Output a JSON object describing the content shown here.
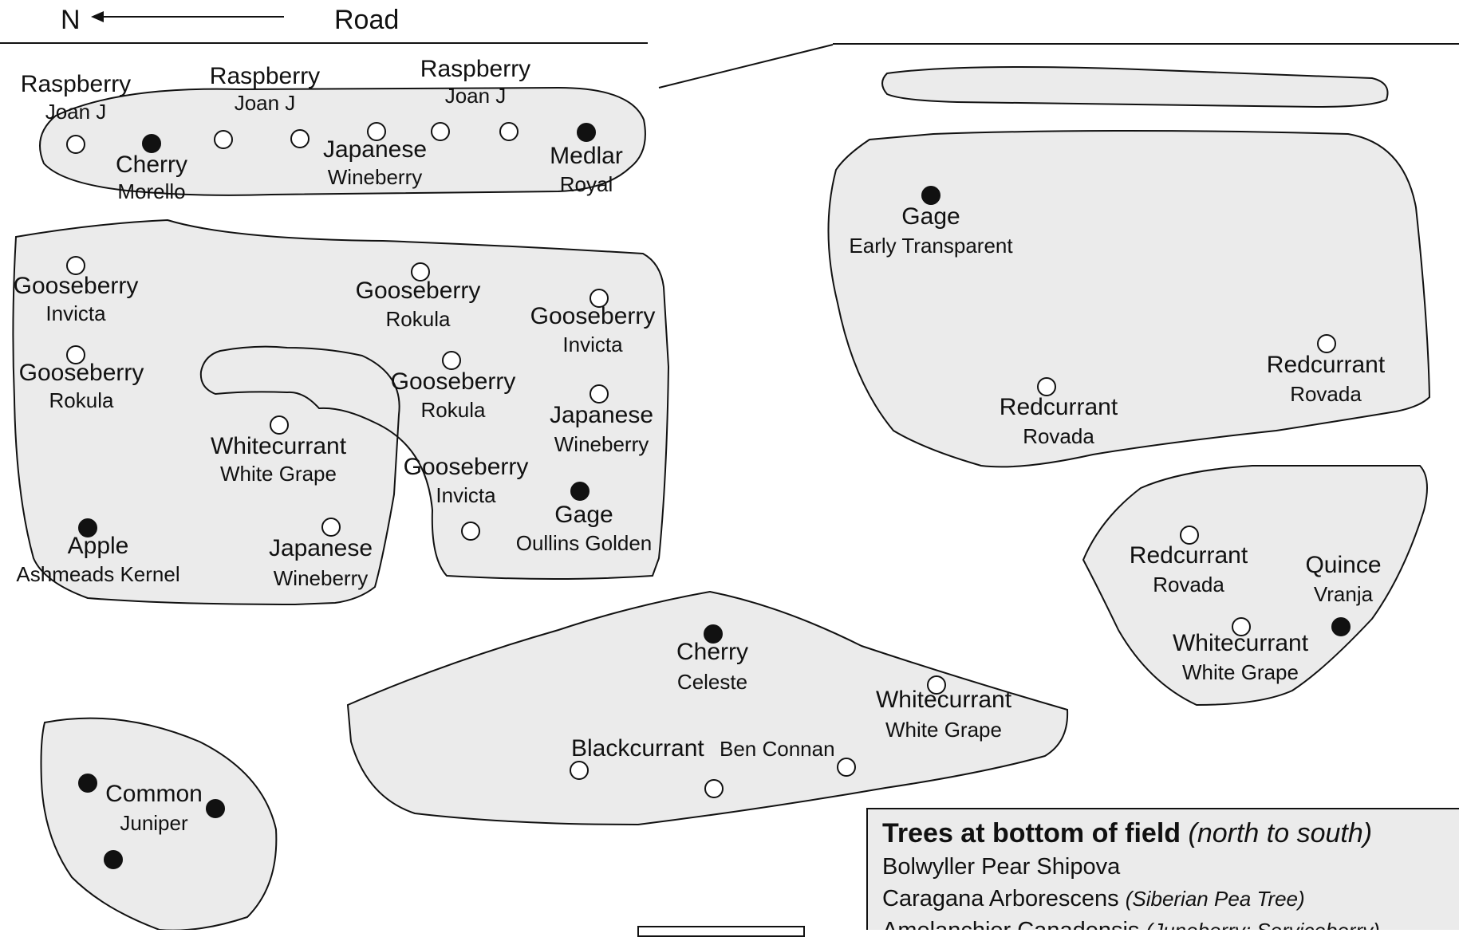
{
  "header": {
    "north_label": "N",
    "road_label": "Road"
  },
  "plants": [
    {
      "name": "Raspberry",
      "variety": "Joan J",
      "marker": "open"
    },
    {
      "name": "Cherry",
      "variety": "Morello",
      "marker": "filled"
    },
    {
      "name": "Raspberry",
      "variety": "Joan J",
      "marker": "open"
    },
    {
      "name": "Japanese",
      "variety": "Wineberry",
      "marker": "open"
    },
    {
      "name": "Raspberry",
      "variety": "Joan J",
      "marker": "open"
    },
    {
      "name": "Medlar",
      "variety": "Royal",
      "marker": "filled"
    },
    {
      "name": "Gooseberry",
      "variety": "Invicta",
      "marker": "open"
    },
    {
      "name": "Gooseberry",
      "variety": "Rokula",
      "marker": "open"
    },
    {
      "name": "Apple",
      "variety": "Ashmeads Kernel",
      "marker": "filled"
    },
    {
      "name": "Whitecurrant",
      "variety": "White Grape",
      "marker": "open"
    },
    {
      "name": "Japanese",
      "variety": "Wineberry",
      "marker": "open"
    },
    {
      "name": "Gooseberry",
      "variety": "Rokula",
      "marker": "open"
    },
    {
      "name": "Gooseberry",
      "variety": "Rokula",
      "marker": "open"
    },
    {
      "name": "Gooseberry",
      "variety": "Invicta",
      "marker": "open"
    },
    {
      "name": "Gooseberry",
      "variety": "Invicta",
      "marker": "open"
    },
    {
      "name": "Japanese",
      "variety": "Wineberry",
      "marker": "open"
    },
    {
      "name": "Gage",
      "variety": "Oullins Golden",
      "marker": "filled"
    },
    {
      "name": "Gage",
      "variety": "Early Transparent",
      "marker": "filled"
    },
    {
      "name": "Redcurrant",
      "variety": "Rovada",
      "marker": "open"
    },
    {
      "name": "Redcurrant",
      "variety": "Rovada",
      "marker": "open"
    },
    {
      "name": "Redcurrant",
      "variety": "Rovada",
      "marker": "open"
    },
    {
      "name": "Quince",
      "variety": "Vranja",
      "marker": "filled"
    },
    {
      "name": "Whitecurrant",
      "variety": "White Grape",
      "marker": "open"
    },
    {
      "name": "Cherry",
      "variety": "Celeste",
      "marker": "filled"
    },
    {
      "name": "Whitecurrant",
      "variety": "White Grape",
      "marker": "open"
    },
    {
      "name": "Blackcurrant",
      "variety": "Ben Connan",
      "marker": "open"
    },
    {
      "name": "Common",
      "variety": "Juniper",
      "marker": "filled"
    }
  ],
  "legend": {
    "title": "Trees at bottom of field",
    "title_note": "(north to south)",
    "items": [
      {
        "name": "Bolwyller Pear Shipova",
        "note": ""
      },
      {
        "name": "Caragana Arborescens",
        "note": "(Siberian Pea Tree)"
      },
      {
        "name": "Amelanchier Canadensis",
        "note": "(Juneberry; Serviceberry)"
      }
    ]
  }
}
